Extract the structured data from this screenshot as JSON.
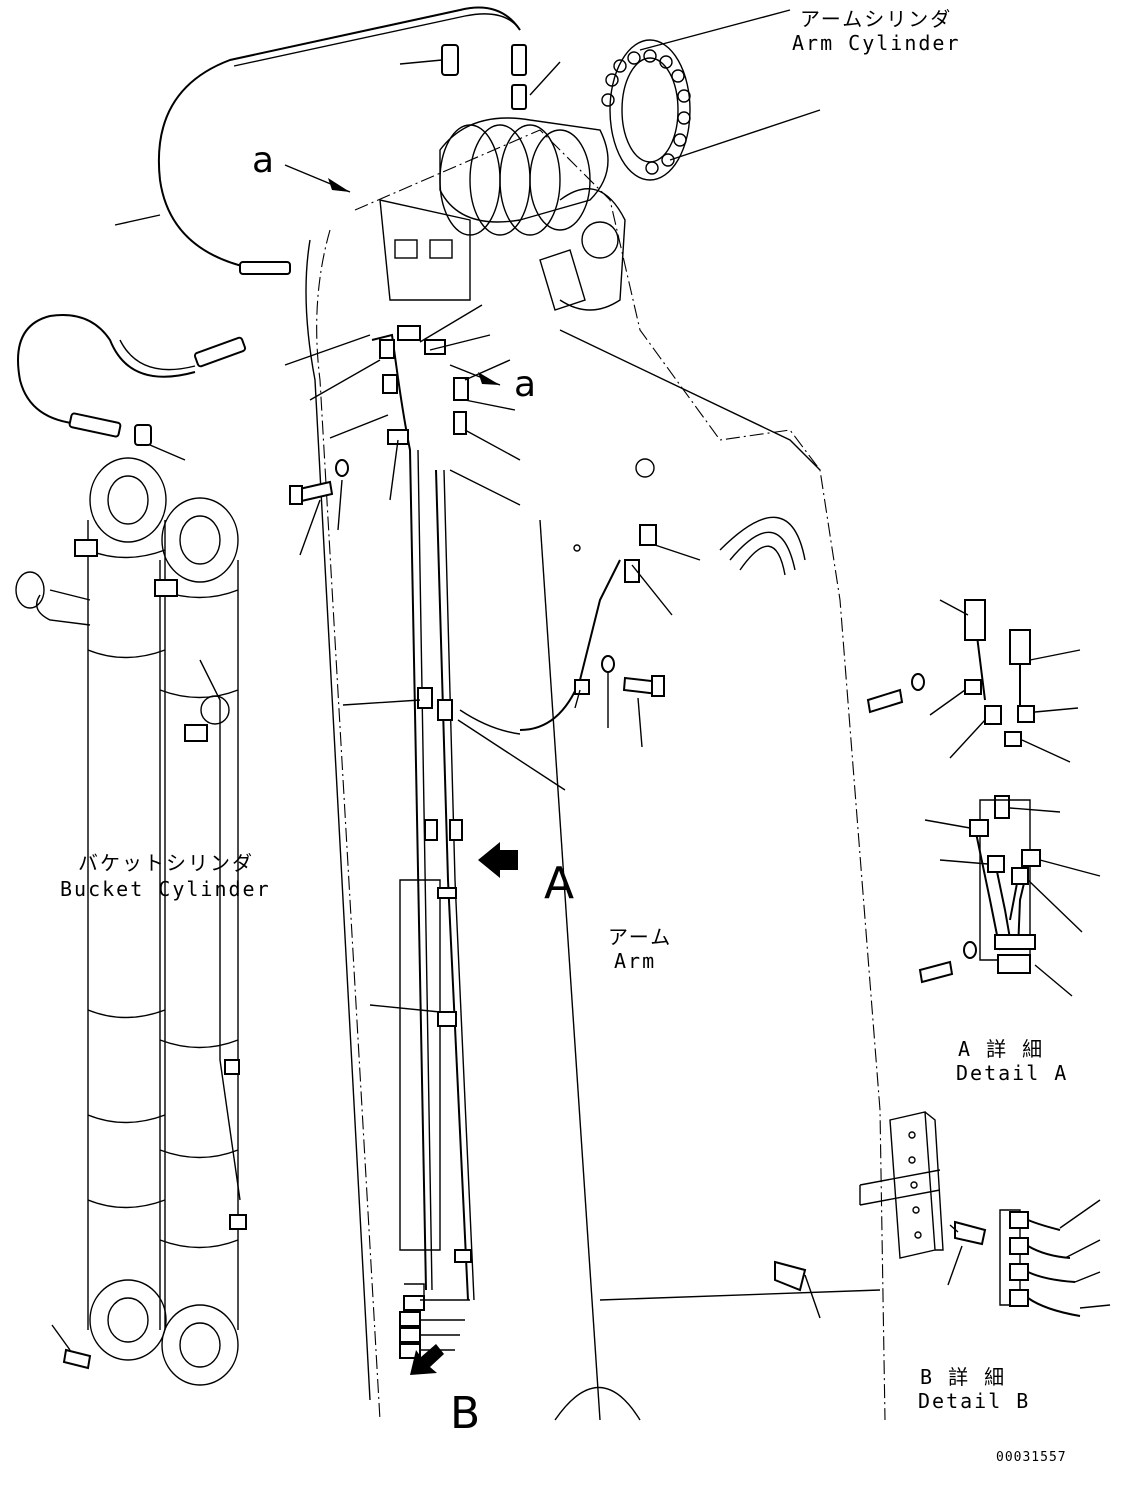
{
  "labels": {
    "arm_cylinder_jp": "アームシリンダ",
    "arm_cylinder_en": "Arm Cylinder",
    "bucket_cylinder_jp": "バケットシリンダ",
    "bucket_cylinder_en": "Bucket Cylinder",
    "arm_jp": "アーム",
    "arm_en": "Arm",
    "detail_a_jp": "A 詳 細",
    "detail_a_en": "Detail A",
    "detail_b_jp": "B 詳 細",
    "detail_b_en": "Detail B",
    "view_a": "A",
    "view_b": "B",
    "ref_a": "a",
    "drawing_number": "00031557"
  }
}
